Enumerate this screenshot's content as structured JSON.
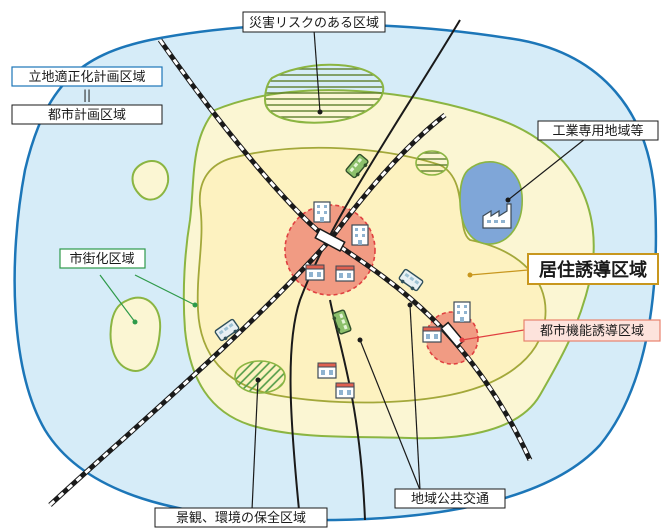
{
  "labels": {
    "hazard_area": "災害リスクのある区域",
    "location_plan_area": "立地適正化計画区域",
    "equals": "||",
    "city_plan_area": "都市計画区域",
    "industrial_area": "工業専用地域等",
    "urbanization_area": "市街化区域",
    "residential_area": "居住誘導区域",
    "urban_function_area": "都市機能誘導区域",
    "landscape_area": "景観、環境の保全区域",
    "public_transport": "地域公共交通"
  },
  "colors": {
    "outer_area": "#d6ecf8",
    "outer_border": "#1c76b8",
    "urbanization_fill": "#fbf6d3",
    "urbanization_border": "#8bb542",
    "residential_fill": "#fdf2c0",
    "residential_border": "#a3a83a",
    "function_fill": "#f19b83",
    "function_border": "#e04040",
    "hazard_hatch": "#5d7f2d",
    "landscape_hatch": "#4f9a45",
    "industrial_fill": "#7fa6d8",
    "residential_label_border": "#c8971e",
    "function_label_border": "#e8836d",
    "urbanization_label_border": "#2e9a4a"
  },
  "icons": [
    "bus-icon",
    "train-icon",
    "building-icon",
    "factory-icon",
    "house-icon",
    "shop-icon"
  ]
}
